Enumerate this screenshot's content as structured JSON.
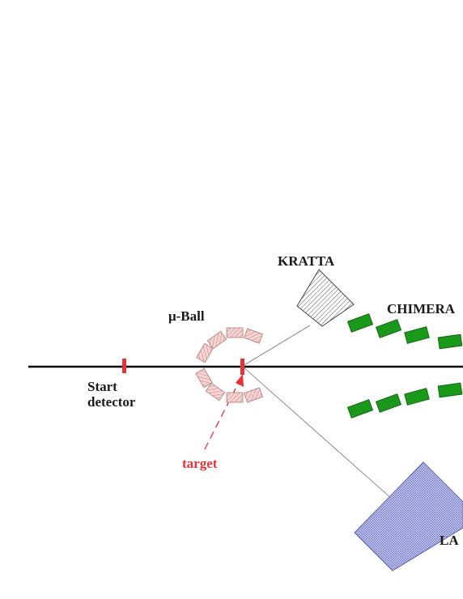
{
  "labels": {
    "kratta": "KRATTA",
    "chimera": "CHIMERA",
    "muball": "μ-Ball",
    "start_line1": "Start",
    "start_line2": "detector",
    "target": "target",
    "land": "LA"
  },
  "colors": {
    "beamline": "#000000",
    "start_detector": "#e8323a",
    "target": "#e8323a",
    "target_label": "#e8323a",
    "muball_fill": "#f3c9c9",
    "muball_stroke": "#b47878",
    "chimera_fill": "#1ca01c",
    "chimera_stroke": "#0a5a0a",
    "kratta_stroke": "#444444",
    "land_fill": "#c8caf0",
    "land_stroke": "#5a5fb4",
    "guide_line": "#707070"
  },
  "icons": {
    "hatch_pattern": "diagonal-hatch"
  }
}
